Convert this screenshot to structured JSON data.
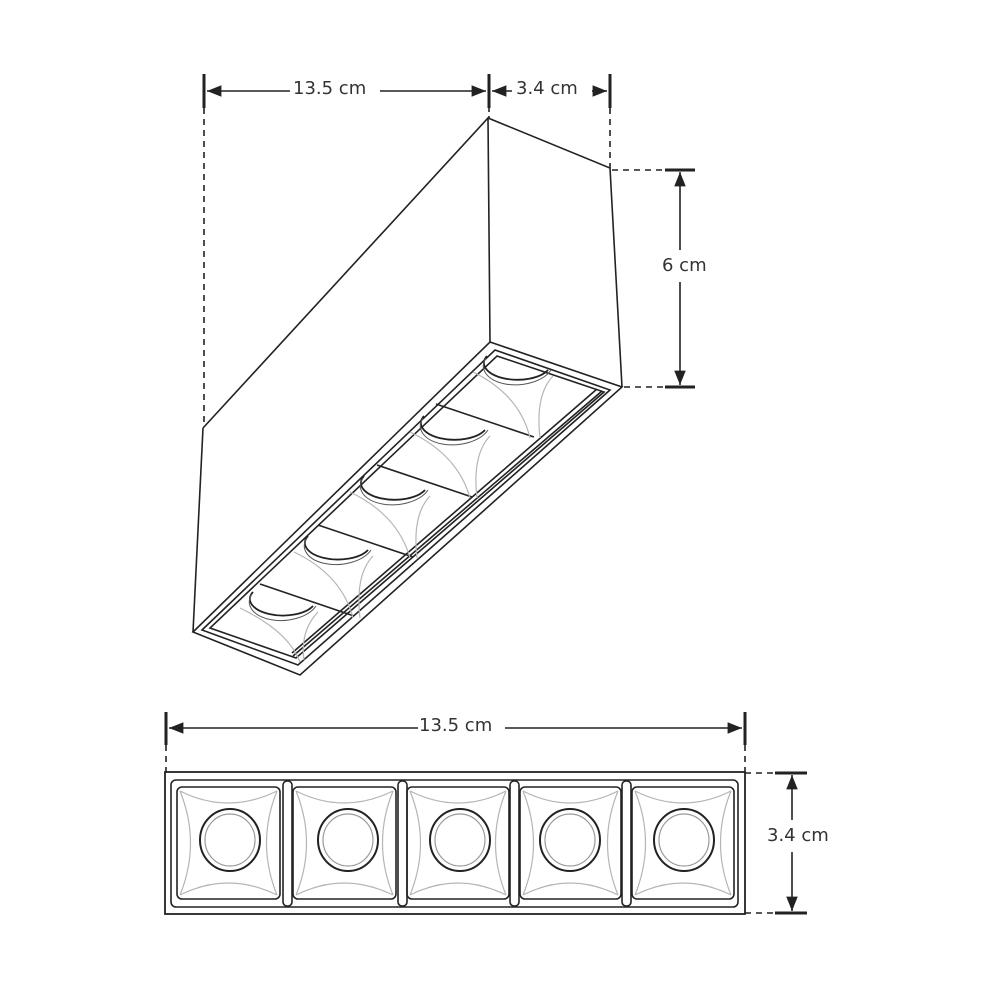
{
  "diagram": {
    "type": "technical-dimension-drawing",
    "subject": "linear LED downlight fixture with 5 lenses",
    "colors": {
      "line": "#222222",
      "light_line": "#b5b5b5",
      "text": "#333333",
      "background": "#ffffff"
    }
  },
  "isometric_view": {
    "dimensions": {
      "length": "13.5 cm",
      "width": "3.4 cm",
      "height": "6 cm"
    },
    "lens_count": 5
  },
  "front_view": {
    "dimensions": {
      "length": "13.5 cm",
      "width": "3.4 cm"
    },
    "lens_count": 5
  }
}
